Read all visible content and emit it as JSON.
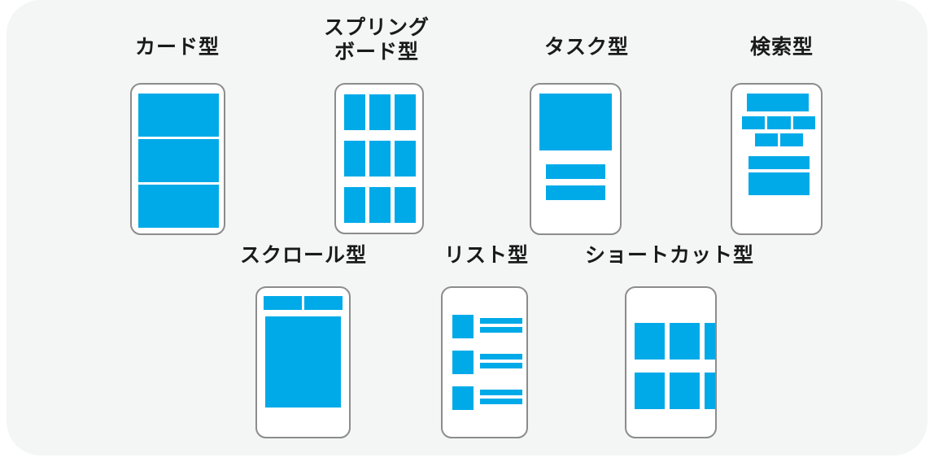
{
  "diagram": {
    "title_colors": {
      "panel_background": "#f4f5f5",
      "page_background": "#ffffff",
      "accent_blue": "#00aae8",
      "phone_border": "#8c8c8c",
      "label_text": "#1a1a1a"
    },
    "rows": [
      {
        "items": [
          {
            "id": "card",
            "label": "カード型",
            "pattern": "card",
            "blocks": 3
          },
          {
            "id": "springboard",
            "label": "スプリング\nボード型",
            "pattern": "grid-3x3",
            "blocks": 9
          },
          {
            "id": "task",
            "label": "タスク型",
            "pattern": "hero-plus-actions",
            "blocks": 3
          },
          {
            "id": "search",
            "label": "検索型",
            "pattern": "searchbar-tags-results",
            "blocks": 7
          }
        ]
      },
      {
        "items": [
          {
            "id": "scroll",
            "label": "スクロール型",
            "pattern": "tabs-plus-scroll-content",
            "blocks": 3
          },
          {
            "id": "list",
            "label": "リスト型",
            "pattern": "list-rows",
            "blocks": 9
          },
          {
            "id": "shortcut",
            "label": "ショートカット型",
            "pattern": "horizontal-scroll-grid",
            "blocks": 6
          }
        ]
      }
    ]
  }
}
